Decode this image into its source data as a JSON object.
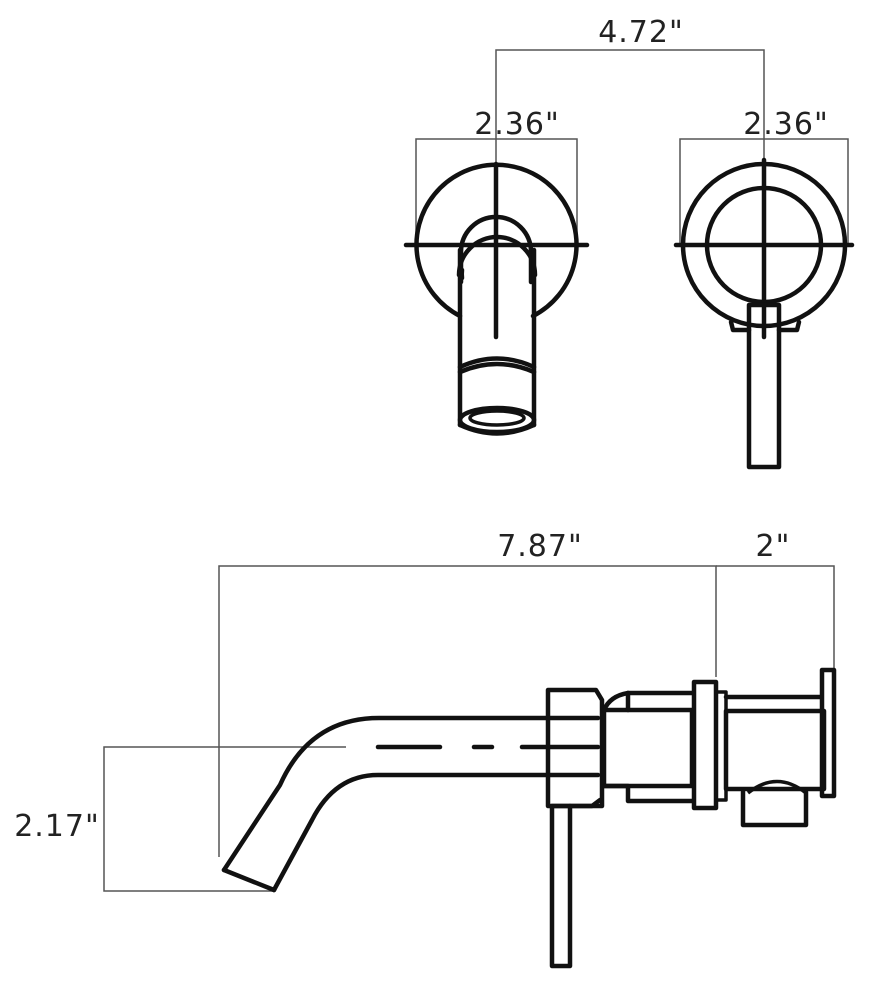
{
  "diagram": {
    "type": "technical-drawing",
    "subject": "wall-mounted faucet dimensions",
    "colors": {
      "background": "#ffffff",
      "line": "#111111",
      "dimension_line": "#555555",
      "text": "#222222"
    },
    "views": {
      "front_spout": {
        "label": "2.36\""
      },
      "front_handle": {
        "label": "2.36\""
      },
      "center_spacing": {
        "label": "4.72\""
      },
      "side_spout_reach": {
        "label": "7.87\""
      },
      "side_wall_depth": {
        "label": "2\""
      },
      "side_spout_drop": {
        "label": "2.17\""
      }
    }
  }
}
